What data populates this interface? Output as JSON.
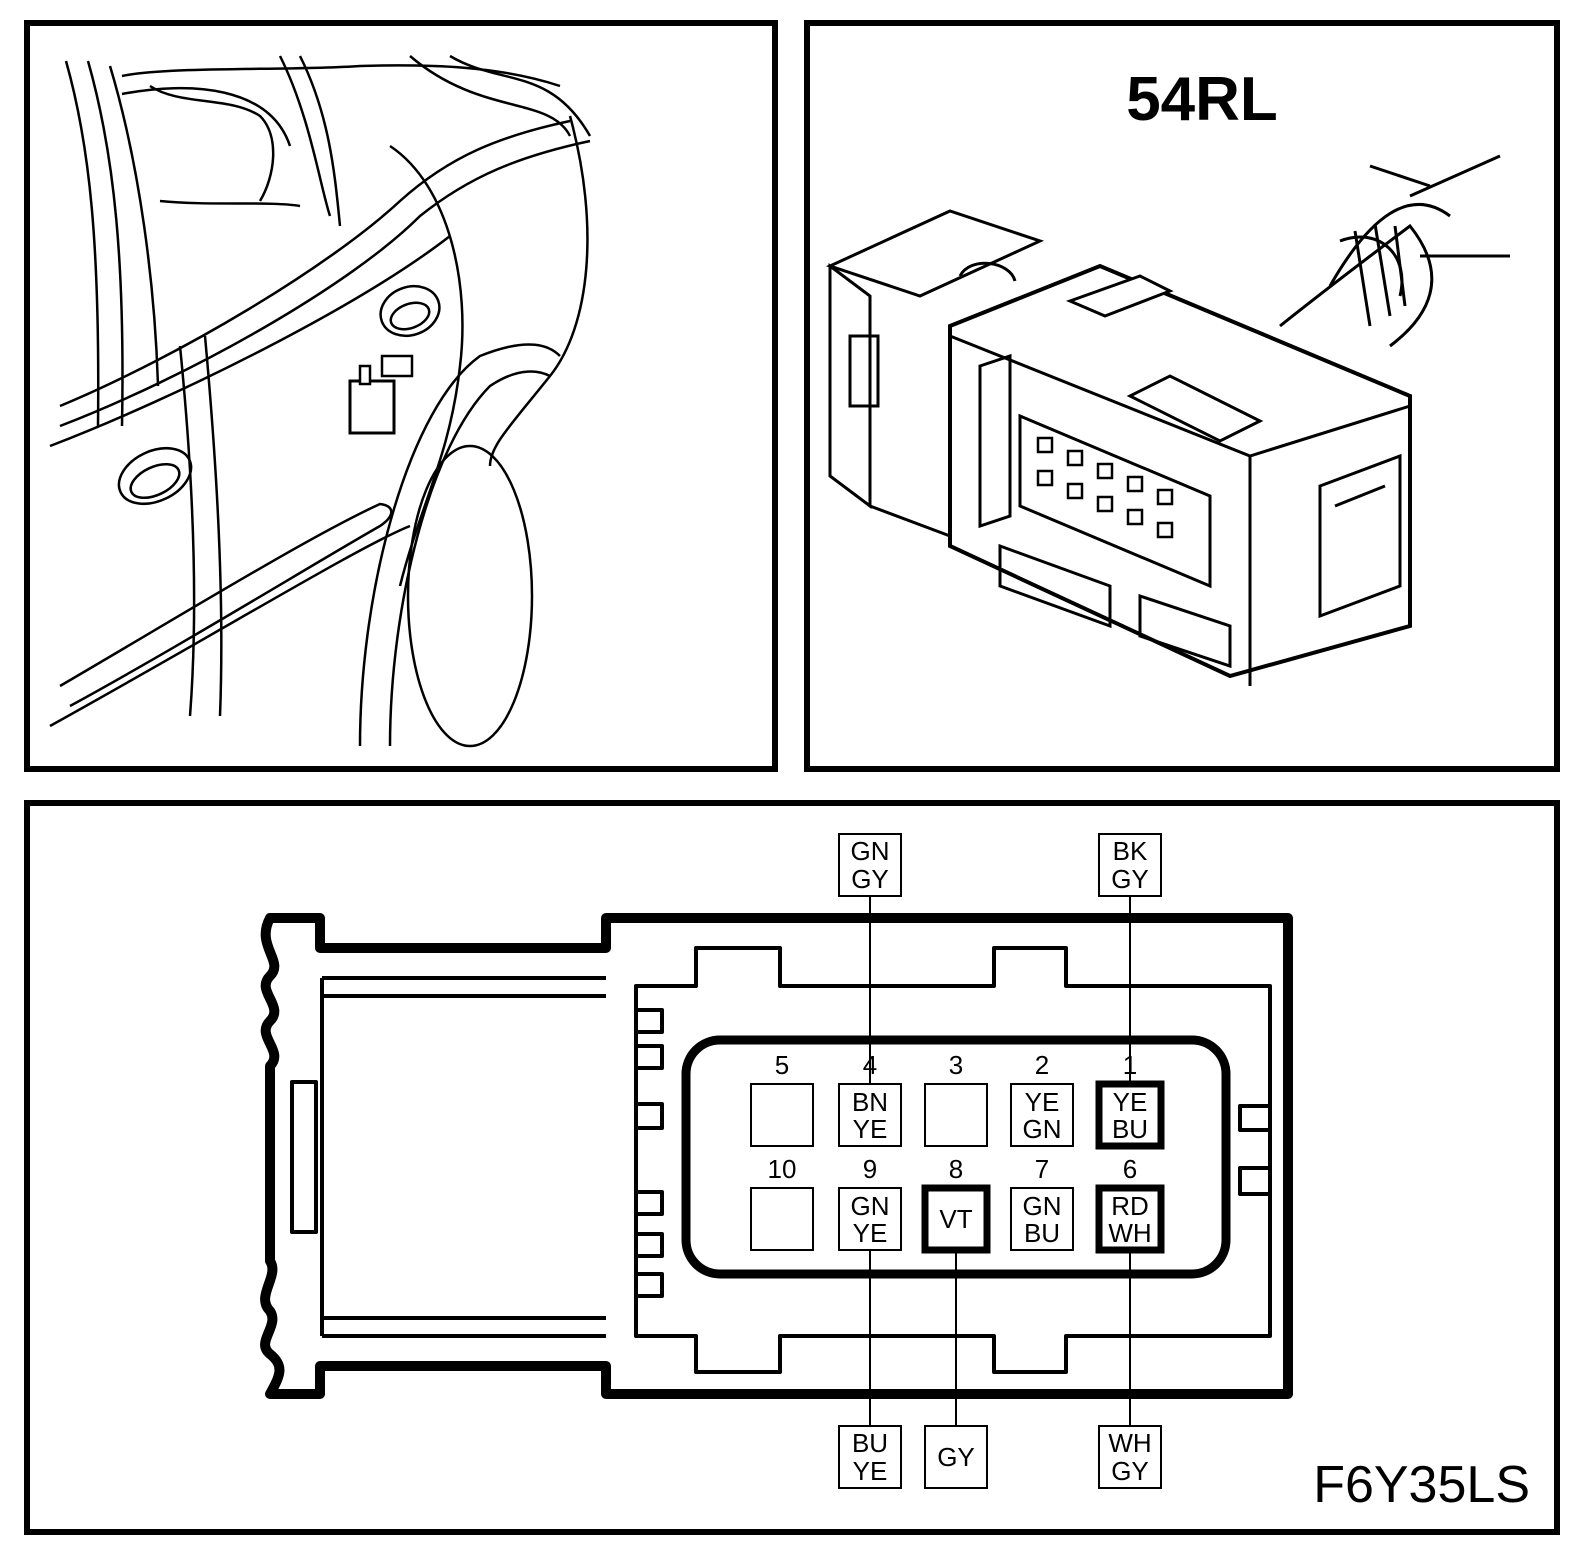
{
  "connector": {
    "code": "54RL"
  },
  "figure": {
    "code": "F6Y35LS"
  },
  "pins": [
    {
      "num": "5",
      "l1": "",
      "l2": ""
    },
    {
      "num": "4",
      "l1": "BN",
      "l2": "YE"
    },
    {
      "num": "3",
      "l1": "",
      "l2": ""
    },
    {
      "num": "2",
      "l1": "YE",
      "l2": "GN"
    },
    {
      "num": "1",
      "l1": "YE",
      "l2": "BU"
    },
    {
      "num": "10",
      "l1": "",
      "l2": ""
    },
    {
      "num": "9",
      "l1": "GN",
      "l2": "YE"
    },
    {
      "num": "8",
      "l1": "VT",
      "l2": ""
    },
    {
      "num": "7",
      "l1": "GN",
      "l2": "BU"
    },
    {
      "num": "6",
      "l1": "RD",
      "l2": "WH"
    }
  ],
  "wires_top": [
    {
      "pin": "4",
      "l1": "GN",
      "l2": "GY"
    },
    {
      "pin": "1",
      "l1": "BK",
      "l2": "GY"
    }
  ],
  "wires_bottom": [
    {
      "pin": "9",
      "l1": "BU",
      "l2": "YE"
    },
    {
      "pin": "8",
      "l1": "GY",
      "l2": ""
    },
    {
      "pin": "6",
      "l1": "WH",
      "l2": "GY"
    }
  ]
}
